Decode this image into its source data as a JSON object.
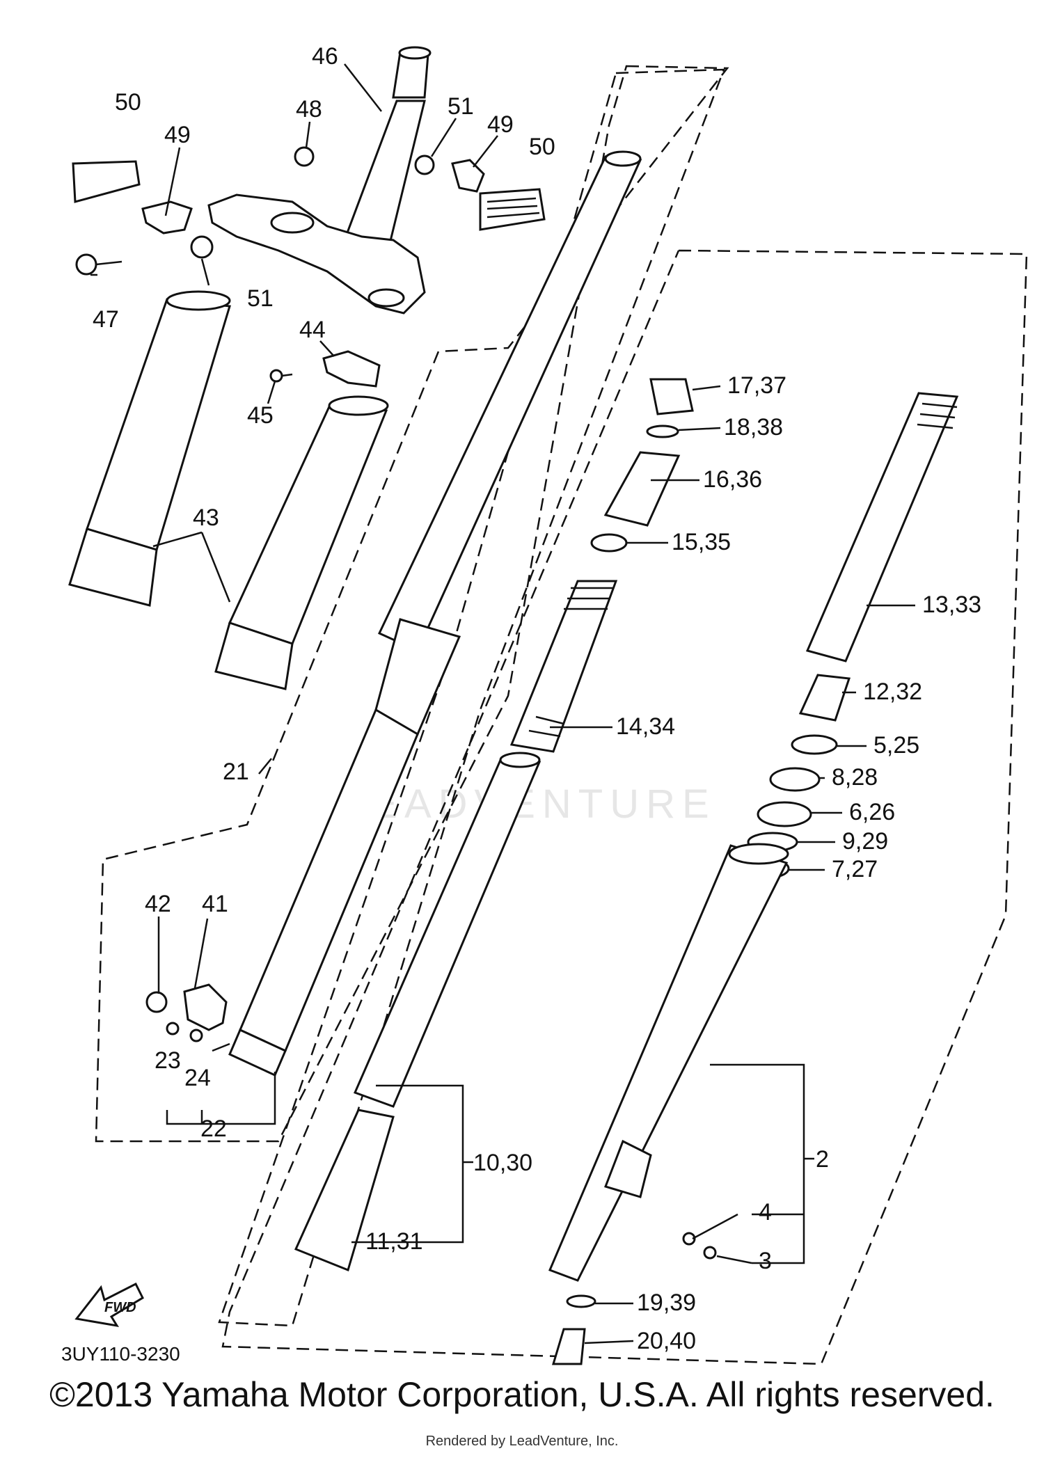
{
  "watermark": "LEADVENTURE",
  "diagram_code": "3UY110-3230",
  "fwd_label": "FWD",
  "copyright": "©2013 Yamaha Motor Corporation, U.S.A. All rights reserved.",
  "rendered_by": "Rendered by LeadVenture, Inc.",
  "callouts": [
    {
      "id": "46",
      "text": "46"
    },
    {
      "id": "48",
      "text": "48"
    },
    {
      "id": "51a",
      "text": "51"
    },
    {
      "id": "49a",
      "text": "49"
    },
    {
      "id": "50a",
      "text": "50"
    },
    {
      "id": "50b",
      "text": "50"
    },
    {
      "id": "49b",
      "text": "49"
    },
    {
      "id": "47",
      "text": "47"
    },
    {
      "id": "51b",
      "text": "51"
    },
    {
      "id": "44",
      "text": "44"
    },
    {
      "id": "45",
      "text": "45"
    },
    {
      "id": "43",
      "text": "43"
    },
    {
      "id": "17_37",
      "text": "17,37"
    },
    {
      "id": "18_38",
      "text": "18,38"
    },
    {
      "id": "16_36",
      "text": "16,36"
    },
    {
      "id": "15_35",
      "text": "15,35"
    },
    {
      "id": "13_33",
      "text": "13,33"
    },
    {
      "id": "12_32",
      "text": "12,32"
    },
    {
      "id": "14_34",
      "text": "14,34"
    },
    {
      "id": "5_25",
      "text": "5,25"
    },
    {
      "id": "8_28",
      "text": "8,28"
    },
    {
      "id": "6_26",
      "text": "6,26"
    },
    {
      "id": "9_29",
      "text": "9,29"
    },
    {
      "id": "7_27",
      "text": "7,27"
    },
    {
      "id": "21",
      "text": "21"
    },
    {
      "id": "42",
      "text": "42"
    },
    {
      "id": "41",
      "text": "41"
    },
    {
      "id": "23",
      "text": "23"
    },
    {
      "id": "24",
      "text": "24"
    },
    {
      "id": "22",
      "text": "22"
    },
    {
      "id": "10_30",
      "text": "10,30"
    },
    {
      "id": "11_31",
      "text": "11,31"
    },
    {
      "id": "2",
      "text": "2"
    },
    {
      "id": "4",
      "text": "4"
    },
    {
      "id": "3",
      "text": "3"
    },
    {
      "id": "19_39",
      "text": "19,39"
    },
    {
      "id": "20_40",
      "text": "20,40"
    }
  ]
}
